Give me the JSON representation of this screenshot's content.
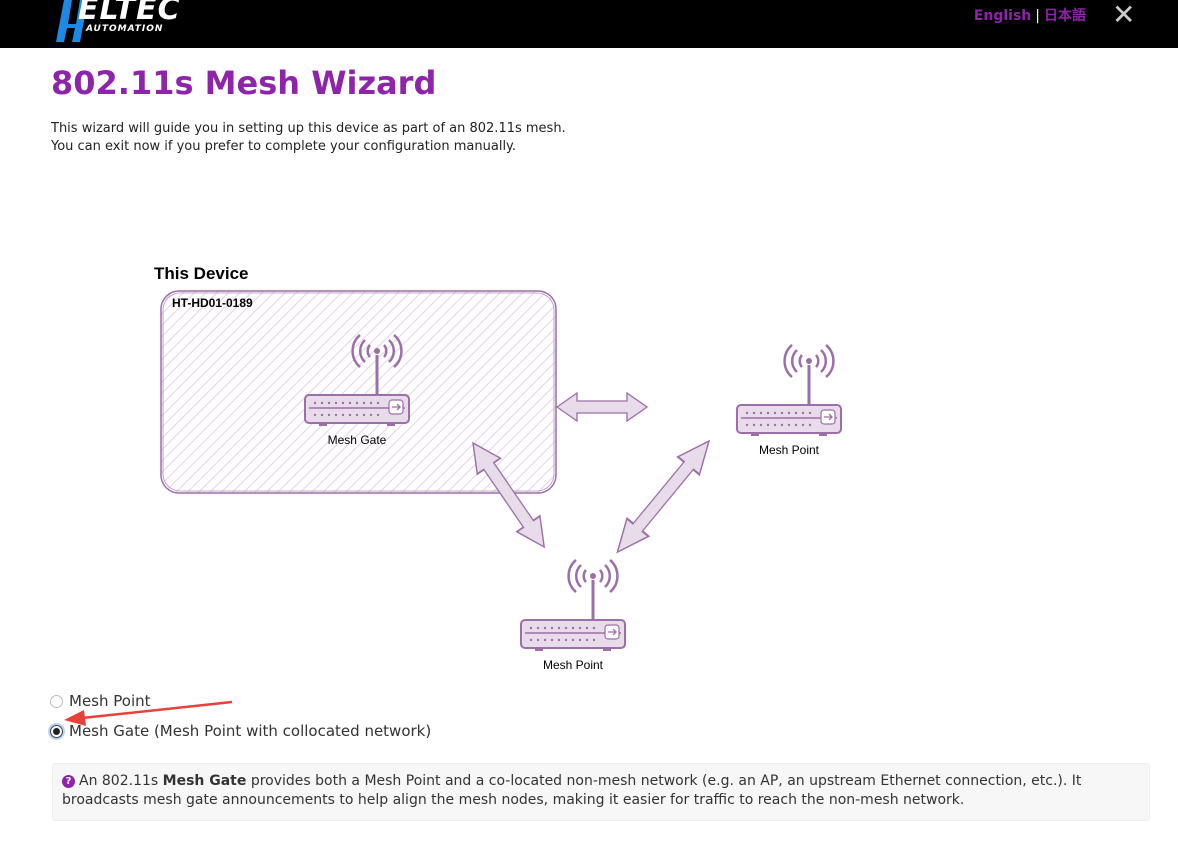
{
  "header": {
    "logo_main": "ELTEC",
    "logo_sub": "AUTOMATION",
    "lang_english": "English",
    "lang_separator": "|",
    "lang_japanese": "日本語",
    "close_glyph": "✕"
  },
  "page": {
    "title": "802.11s Mesh Wizard",
    "intro_line1": "This wizard will guide you in setting up this device as part of an 802.11s mesh.",
    "intro_line2": "You can exit now if you prefer to complete your configuration manually."
  },
  "diagram": {
    "this_device_label": "This Device",
    "hostname": "HT-HD01-0189",
    "node_gate_label": "Mesh Gate",
    "node_point_right_label": "Mesh Point",
    "node_point_bottom_label": "Mesh Point",
    "accent_color": "#9c6fa8",
    "fill_color": "#e8dcea"
  },
  "options": {
    "mesh_point_label": "Mesh Point",
    "mesh_gate_label": "Mesh Gate (Mesh Point with collocated network)",
    "selected": "mesh_gate"
  },
  "info": {
    "icon": "question-circle-icon",
    "prefix": "An 802.11s ",
    "bold": "Mesh Gate",
    "suffix": " provides both a Mesh Point and a co-located non-mesh network (e.g. an AP, an upstream Ethernet connection, etc.). It broadcasts mesh gate announcements to help align the mesh nodes, making it easier for traffic to reach the non-mesh network."
  }
}
